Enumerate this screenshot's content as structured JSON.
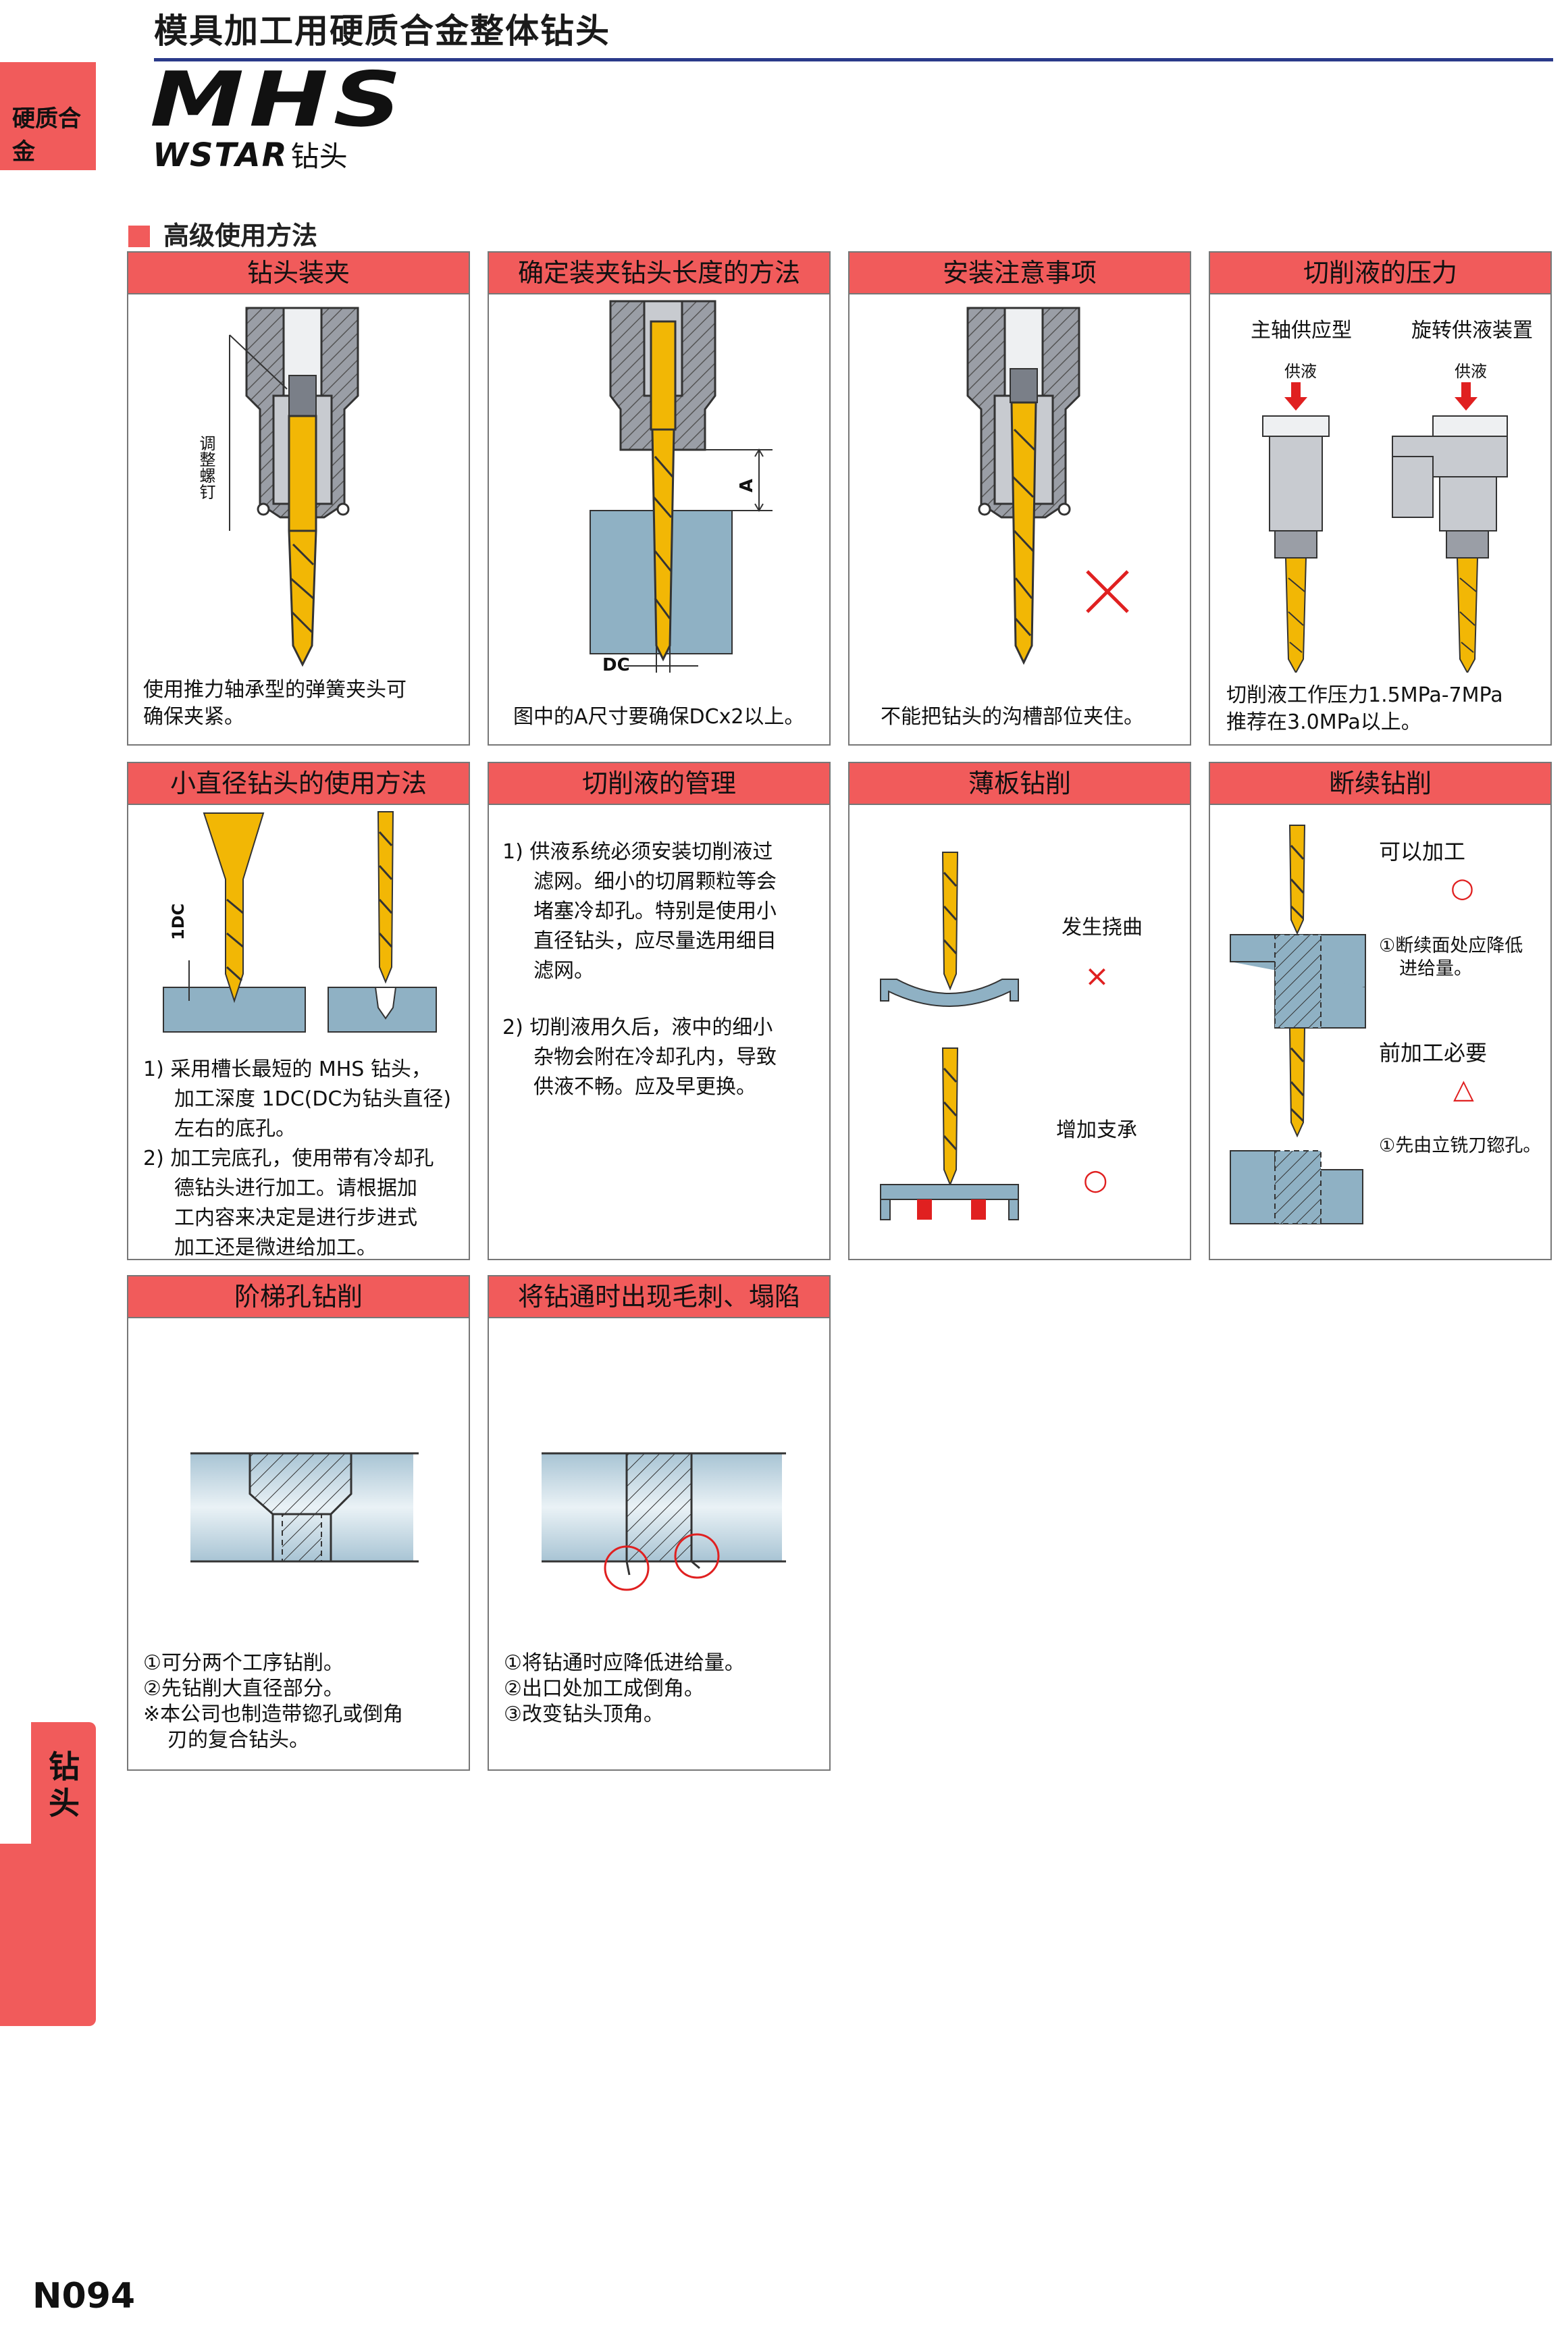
{
  "page": {
    "title": "模具加工用硬质合金整体钻头",
    "side_tab": "硬质合金",
    "logo_main": "MHS",
    "logo_sub": "WSTAR",
    "logo_sub_cn": "钻头",
    "section_title": "高级使用方法",
    "side_tab_bottom": [
      "钻",
      "头"
    ],
    "page_number": "N094"
  },
  "panels": {
    "clamping": {
      "title": "钻头装夹",
      "label_screw": "调整螺钉",
      "text": [
        "使用推力轴承型的弹簧夹头可",
        "确保夹紧。"
      ]
    },
    "length": {
      "title": "确定装夹钻头长度的方法",
      "label_a": "A",
      "label_dc": "DC",
      "text": [
        "图中的A尺寸要确保DCx2以上。"
      ]
    },
    "notes": {
      "title": "安装注意事项",
      "text": [
        "不能把钻头的沟槽部位夹住。"
      ]
    },
    "coolant_pressure": {
      "title": "切削液的压力",
      "label_spindle": "主轴供应型",
      "label_rotary": "旋转供液装置",
      "label_supply_1": "供液",
      "label_supply_2": "供液",
      "text": [
        "切削液工作压力1.5MPa-7MPa",
        "推荐在3.0MPa以上。"
      ]
    },
    "small_dia": {
      "title": "小直径钻头的使用方法",
      "label_1dc": "1DC",
      "text": [
        "1) 采用槽长最短的 MHS 钻头，",
        "加工深度 1DC(DC为钻头直径)",
        "左右的底孔。",
        "2) 加工完底孔，使用带有冷却孔",
        "德钻头进行加工。请根据加",
        "工内容来决定是进行步进式",
        "加工还是微进给加工。"
      ]
    },
    "coolant_mgmt": {
      "title": "切削液的管理",
      "text": [
        "1) 供液系统必须安装切削液过",
        "滤网。细小的切屑颗粒等会",
        "堵塞冷却孔。特别是使用小",
        "直径钻头，应尽量选用细目",
        "滤网。",
        "2) 切削液用久后，液中的细小",
        "杂物会附在冷却孔内，导致",
        "供液不畅。应及早更换。"
      ]
    },
    "thin_plate": {
      "title": "薄板钻削",
      "label_bend": "发生挠曲",
      "mark_bend": "×",
      "label_support": "增加支承",
      "mark_support": "○"
    },
    "interrupted": {
      "title": "断续钻削",
      "label_ok": "可以加工",
      "mark_ok": "○",
      "note_ok": [
        "①断续面处应降低",
        "进给量。"
      ],
      "label_pre": "前加工必要",
      "mark_pre": "△",
      "note_pre": [
        "①先由立铣刀锪孔。"
      ]
    },
    "step_hole": {
      "title": "阶梯孔钻削",
      "text": [
        "①可分两个工序钻削。",
        "②先钻削大直径部分。",
        "※本公司也制造带锪孔或倒角",
        "刃的复合钻头。"
      ]
    },
    "burr": {
      "title": "将钻通时出现毛刺、塌陷",
      "text": [
        "①将钻通时应降低进给量。",
        "②出口处加工成倒角。",
        "③改变钻头顶角。"
      ]
    }
  },
  "colors": {
    "accent": "#f15b5b",
    "rule": "#2a3a8a",
    "drill": "#f2b705",
    "holder": "#9a9ea6",
    "work": "#8fb1c4",
    "mark": "#e02020"
  }
}
